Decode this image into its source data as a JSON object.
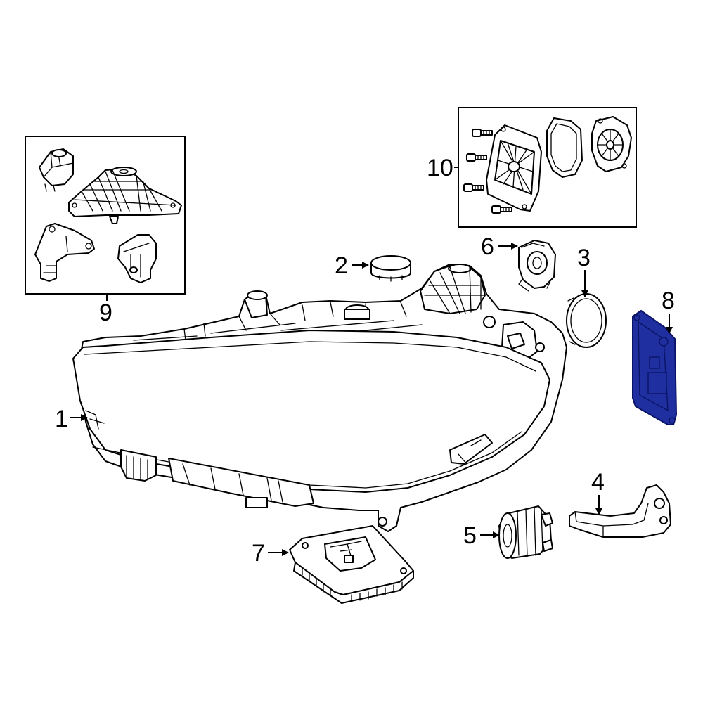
{
  "diagram": {
    "callouts": [
      {
        "id": "1",
        "label": "1"
      },
      {
        "id": "2",
        "label": "2"
      },
      {
        "id": "3",
        "label": "3"
      },
      {
        "id": "4",
        "label": "4"
      },
      {
        "id": "5",
        "label": "5"
      },
      {
        "id": "6",
        "label": "6"
      },
      {
        "id": "7",
        "label": "7"
      },
      {
        "id": "8",
        "label": "8"
      },
      {
        "id": "9",
        "label": "9"
      },
      {
        "id": "10",
        "label": "10"
      }
    ],
    "highlighted_part": "8",
    "colors": {
      "line": "#000000",
      "background": "#ffffff",
      "highlight_fill": "#1f2fa0",
      "highlight_stroke": "#0a1466"
    }
  }
}
